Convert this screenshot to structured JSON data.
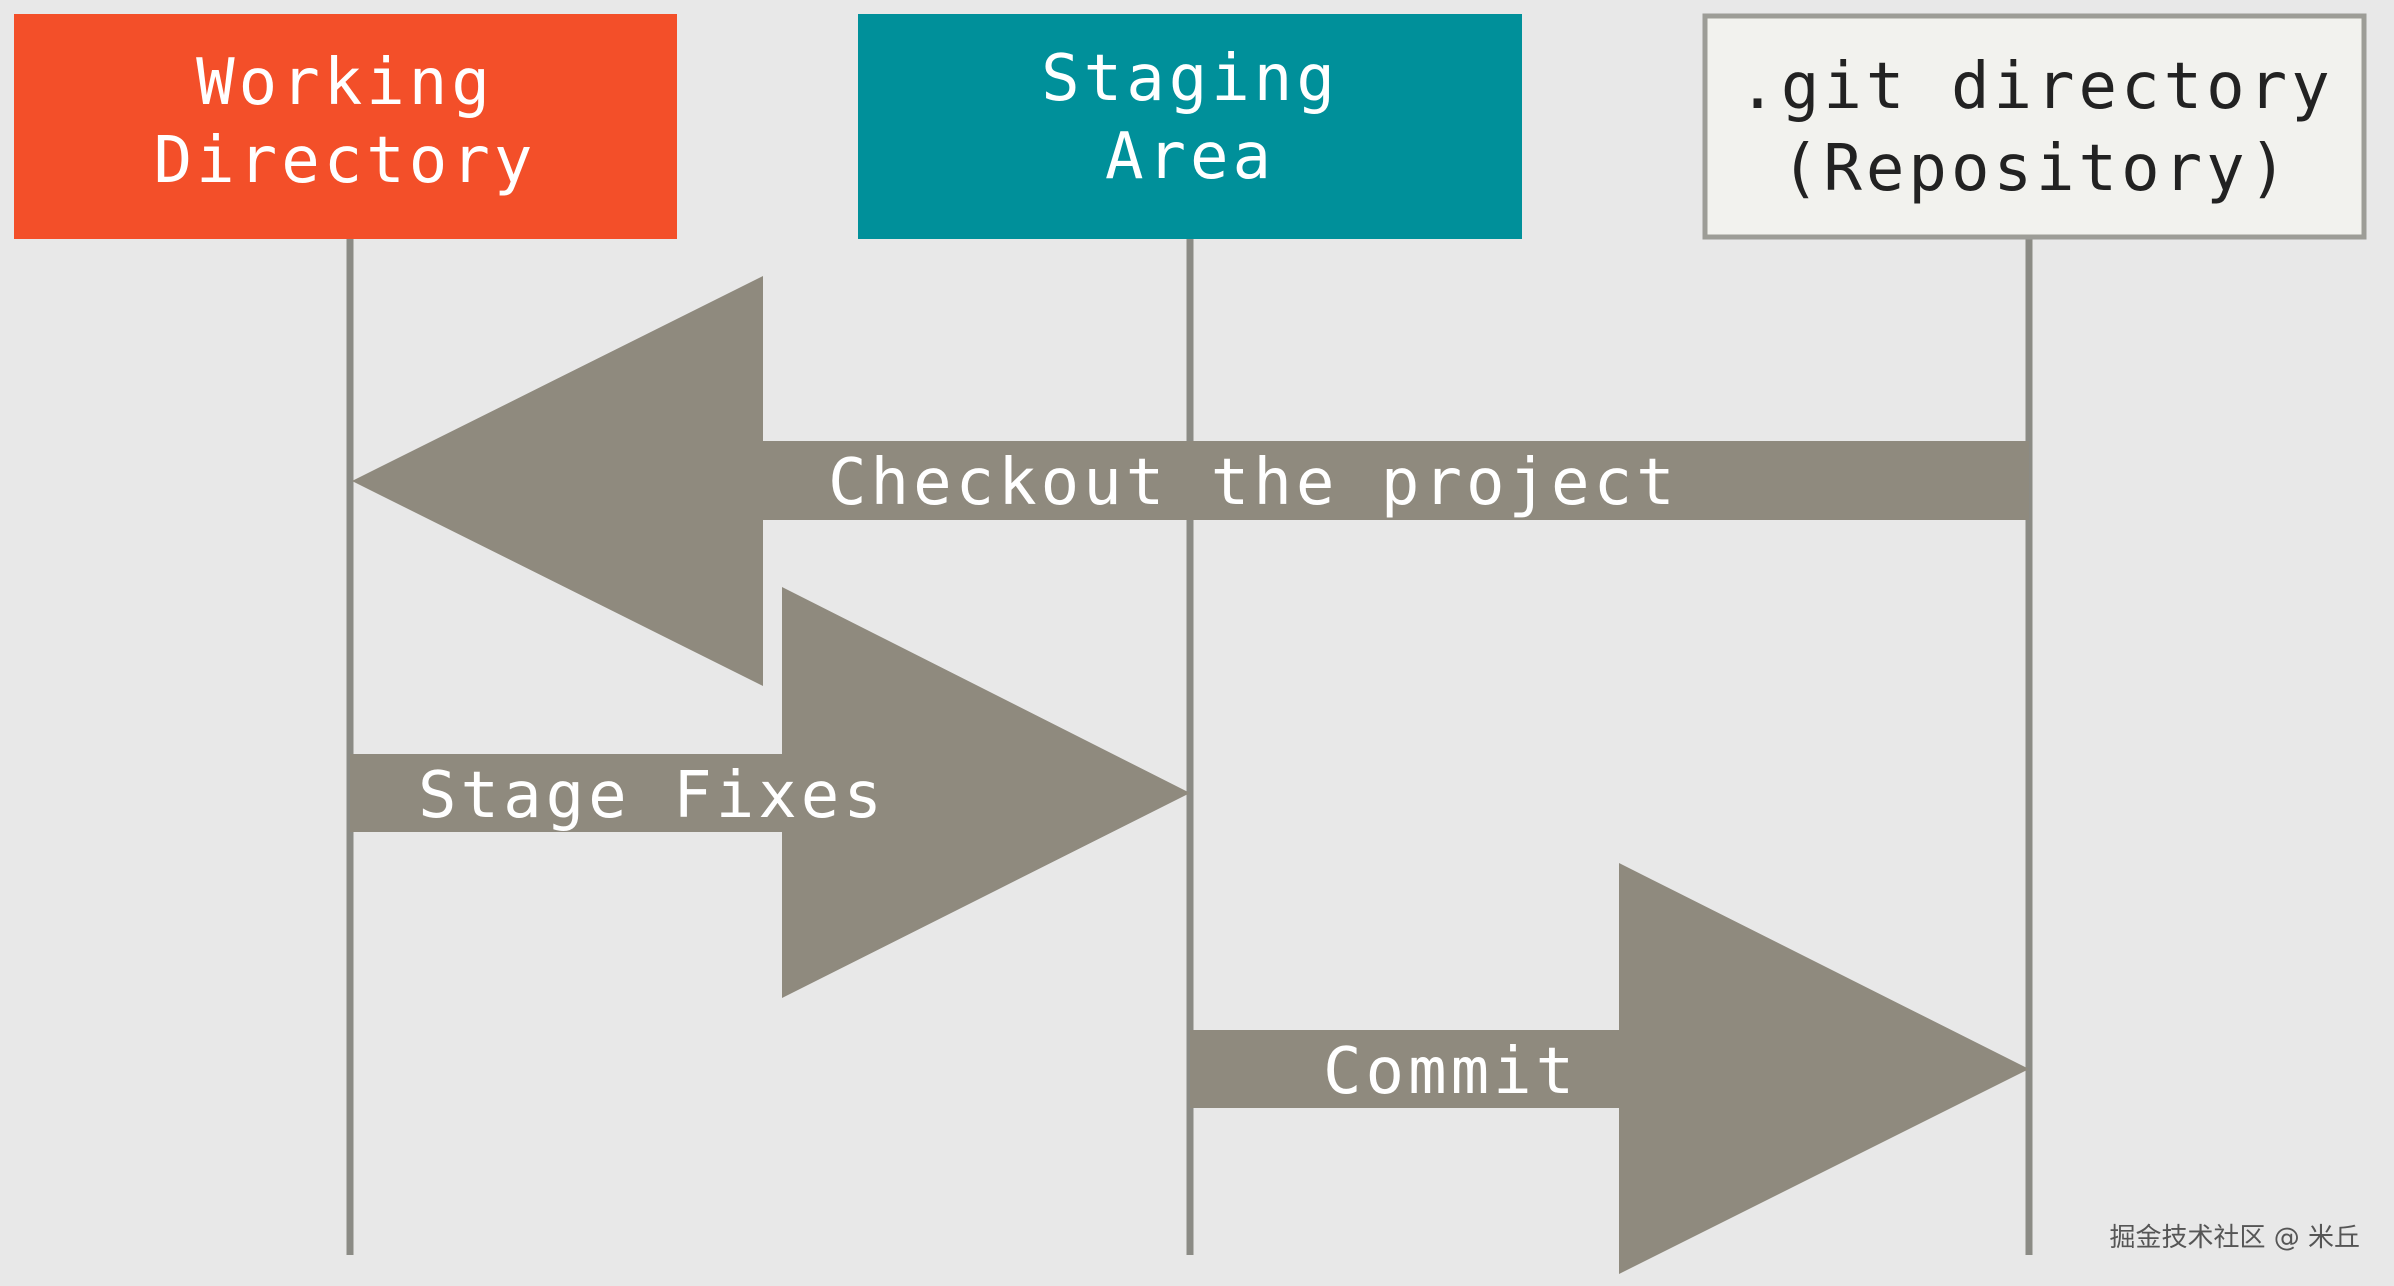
{
  "colors": {
    "background": "#e8e8e8",
    "working": "#f34f29",
    "staging": "#00909a",
    "repo_fill": "#f2f2ee",
    "repo_border": "#9d9d97",
    "line": "#8b8b85",
    "arrow": "#8f8a7e",
    "light_text": "#ffffff",
    "dark_text": "#222222",
    "watermark": "#555555"
  },
  "boxes": [
    {
      "id": "working",
      "line1": "Working",
      "line2": "Directory"
    },
    {
      "id": "staging",
      "line1": "Staging",
      "line2": "Area"
    },
    {
      "id": "repo",
      "line1": ".git directory",
      "line2": "(Repository)"
    }
  ],
  "arrows": [
    {
      "id": "checkout",
      "label": "Checkout the project",
      "direction": "left"
    },
    {
      "id": "stage",
      "label": "Stage Fixes",
      "direction": "right"
    },
    {
      "id": "commit",
      "label": "Commit",
      "direction": "right"
    }
  ],
  "watermark": "掘金技术社区 @ 米丘"
}
